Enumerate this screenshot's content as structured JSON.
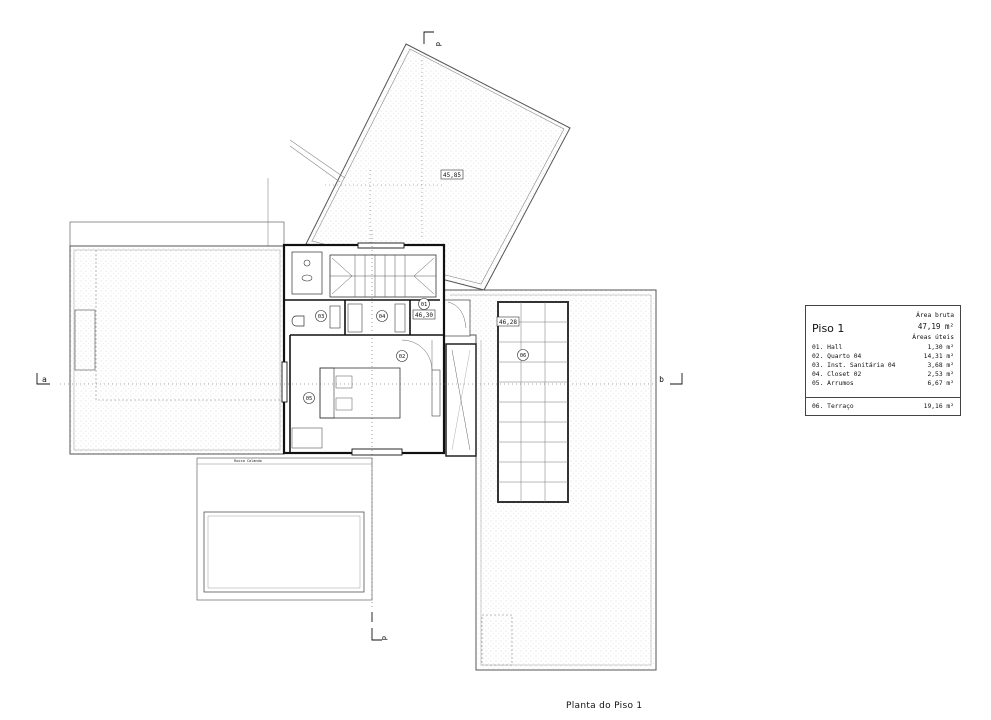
{
  "drawing": {
    "caption": "Planta do Piso 1",
    "street_label": "Rocca Calando",
    "section_marks": {
      "a_left": "a",
      "b_right": "b",
      "d_top": "d",
      "d_bottom": "d"
    },
    "area_tags": {
      "roof_area": "45,85",
      "core_area": "46,30",
      "terrace_area": "46,28"
    },
    "room_numbers": {
      "r01": "01",
      "r02": "02",
      "r03": "03",
      "r04": "04",
      "r05": "05",
      "r06": "06"
    }
  },
  "legend": {
    "title": "Piso 1",
    "gross_label": "Área bruta",
    "gross_value": "47,19 m²",
    "useful_label": "Áreas úteis",
    "rooms": [
      {
        "name": "01. Hall",
        "area": "1,30 m²"
      },
      {
        "name": "02. Quarto 04",
        "area": "14,31 m²"
      },
      {
        "name": "03. Inst. Sanitária 04",
        "area": "3,68 m²"
      },
      {
        "name": "04. Closet 02",
        "area": "2,53 m²"
      },
      {
        "name": "05. Arrumos",
        "area": "6,67 m²"
      }
    ],
    "terrace": {
      "name": "06. Terraço",
      "area": "19,16 m²"
    }
  }
}
